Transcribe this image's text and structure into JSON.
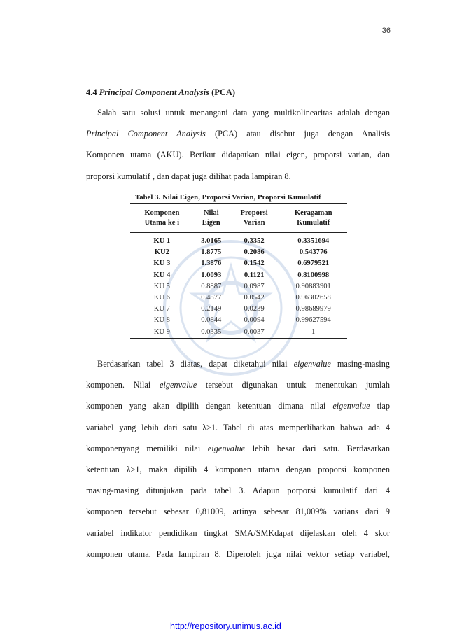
{
  "page": {
    "number": "36"
  },
  "section": {
    "number": "4.4",
    "title_italic": "Principal Component Analysis",
    "title_suffix": "(PCA)"
  },
  "para1": {
    "lines": [
      "Salah satu solusi untuk menangani data yang multikolinearitas adalah dengan",
      "",
      "Komponen utama (AKU). Berikut didapatkan nilai eigen, proporsi varian, dan",
      "proporsi kumulatif , dan dapat juga dilihat pada lampiran 8."
    ],
    "line2_italic": "Principal Component Analysis",
    "line2_rest": "(PCA) atau  disebut juga dengan Analisis"
  },
  "table": {
    "caption": "Tabel 3. Nilai Eigen, Proporsi Varian, Proporsi Kumulatif",
    "headers": [
      [
        "Komponen",
        "Utama ke i"
      ],
      [
        "Nilai",
        "Eigen"
      ],
      [
        "Proporsi",
        "Varian"
      ],
      [
        "Keragaman",
        "Kumulatif"
      ]
    ],
    "rows": [
      [
        "KU 1",
        "3.0165",
        "0.3352",
        "0.3351694"
      ],
      [
        "KU2",
        "1.8775",
        "0.2086",
        "0.543776"
      ],
      [
        "KU 3",
        "1.3876",
        "0.1542",
        "0.6979521"
      ],
      [
        "KU 4",
        "1.0093",
        "0.1121",
        "0.8100998"
      ],
      [
        "KU 5",
        "0.8887",
        "0.0987",
        "0.90883901"
      ],
      [
        "KU 6",
        "0.4877",
        "0.0542",
        "0.96302658"
      ],
      [
        "KU 7",
        "0.2149",
        "0.0239",
        "0.98689979"
      ],
      [
        "KU 8",
        "0.0844",
        "0.0094",
        "0.99627594"
      ],
      [
        "KU 9",
        "0.0335",
        "0.0037",
        "1"
      ]
    ]
  },
  "para2": {
    "l1a": "Berdasarkan tabel 3 diatas, dapat diketahui nilai",
    "l1b": "eigenvalue",
    "l1c": "masing-masing",
    "l2a": "komponen. Nilai",
    "l2b": "eigenvalue",
    "l2c": "tersebut digunakan untuk menentukan jumlah",
    "l3a": "komponen yang akan dipilih dengan ketentuan dimana nilai",
    "l3b": "eigenvalue",
    "l3c": "tiap",
    "l4": "variabel yang lebih dari satu   λ≥1.  Tabel di atas memperlihatkan bahwa ada 4",
    "l5a": "komponenyang memiliki nilai",
    "l5b": "eigenvalue",
    "l5c": "lebih besar dari satu. Berdasarkan",
    "l6": "ketentuan λ≥1, maka dipilih 4  komponen utama dengan proporsi komponen",
    "l7": "masing-masing ditunjukan pada tabel 3. Adapun porporsi kumulatif dari 4",
    "l8": "komponen tersebut sebesar 0,81009, artinya sebesar 81,009% varians dari 9",
    "l9": "variabel indikator pendidikan tingkat SMA/SMKdapat dijelaskan oleh 4 skor",
    "l10": "komponen utama. Pada lampiran 8. Diperoleh juga nilai vektor setiap variabel,"
  },
  "footer": {
    "link": "http://repository.unimus.ac.id"
  }
}
